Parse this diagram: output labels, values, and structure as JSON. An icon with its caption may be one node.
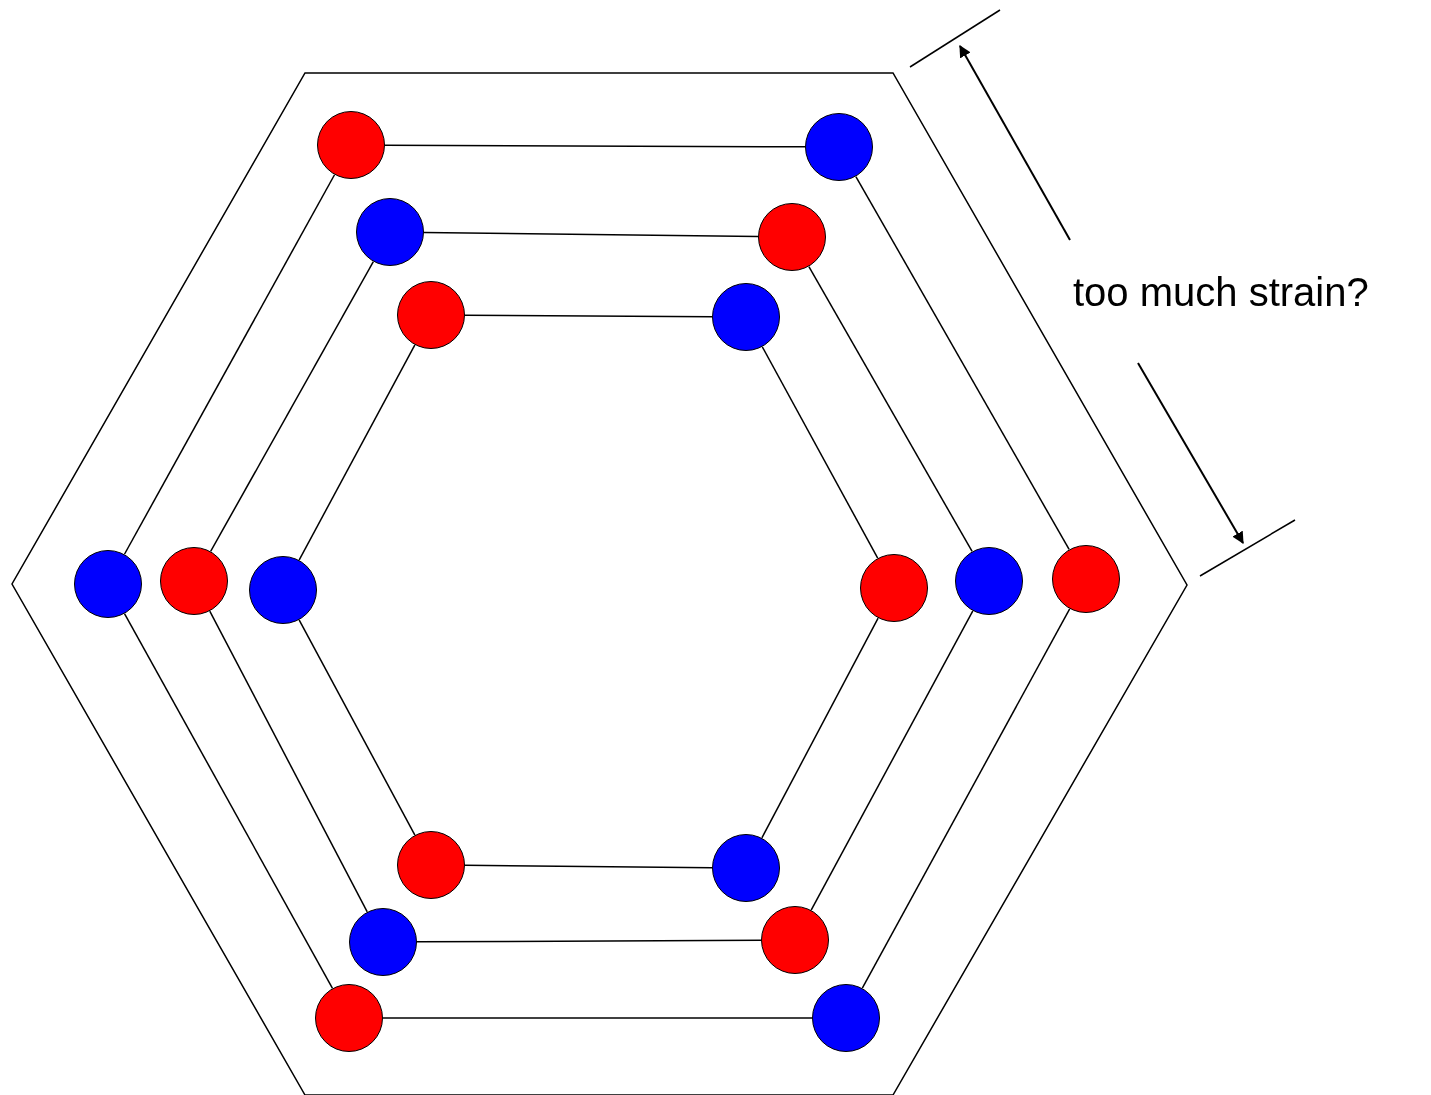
{
  "diagram": {
    "nodes": [
      {
        "text": [],
        "shape": "circle"
      },
      {
        "text": [],
        "shape": "circle"
      },
      {
        "text": [],
        "shape": "circle"
      },
      {
        "text": [],
        "shape": "circle"
      },
      {
        "text": [],
        "shape": "circle"
      },
      {
        "text": [],
        "shape": "circle"
      },
      {
        "text": [],
        "shape": "circle"
      },
      {
        "text": [],
        "shape": "circle"
      },
      {
        "text": [],
        "shape": "circle"
      },
      {
        "text": [],
        "shape": "circle"
      },
      {
        "text": [],
        "shape": "circle"
      },
      {
        "text": [],
        "shape": "circle"
      },
      {
        "text": [],
        "shape": "circle"
      },
      {
        "text": [],
        "shape": "circle"
      },
      {
        "text": [],
        "shape": "circle"
      },
      {
        "text": [],
        "shape": "circle"
      },
      {
        "text": [],
        "shape": "circle"
      },
      {
        "text": [],
        "shape": "circle"
      }
    ],
    "edges": [
      {
        "from": 0,
        "to": 1,
        "arrow": "none"
      },
      {
        "from": 1,
        "to": 2,
        "arrow": "none"
      },
      {
        "from": 2,
        "to": 3,
        "arrow": "none"
      },
      {
        "from": 3,
        "to": 4,
        "arrow": "none"
      },
      {
        "from": 4,
        "to": 5,
        "arrow": "none"
      },
      {
        "from": 5,
        "to": 0,
        "arrow": "none"
      },
      {
        "from": 6,
        "to": 7,
        "arrow": "none"
      },
      {
        "from": 7,
        "to": 8,
        "arrow": "none"
      },
      {
        "from": 8,
        "to": 9,
        "arrow": "none"
      },
      {
        "from": 9,
        "to": 10,
        "arrow": "none"
      },
      {
        "from": 10,
        "to": 11,
        "arrow": "none"
      },
      {
        "from": 11,
        "to": 6,
        "arrow": "none"
      },
      {
        "from": 12,
        "to": 13,
        "arrow": "none"
      },
      {
        "from": 13,
        "to": 14,
        "arrow": "none"
      },
      {
        "from": 14,
        "to": 15,
        "arrow": "none"
      },
      {
        "from": 15,
        "to": 16,
        "arrow": "none"
      },
      {
        "from": 16,
        "to": 17,
        "arrow": "none"
      },
      {
        "from": 17,
        "to": 12,
        "arrow": "none"
      }
    ],
    "labels": [
      "too much strain?"
    ]
  }
}
